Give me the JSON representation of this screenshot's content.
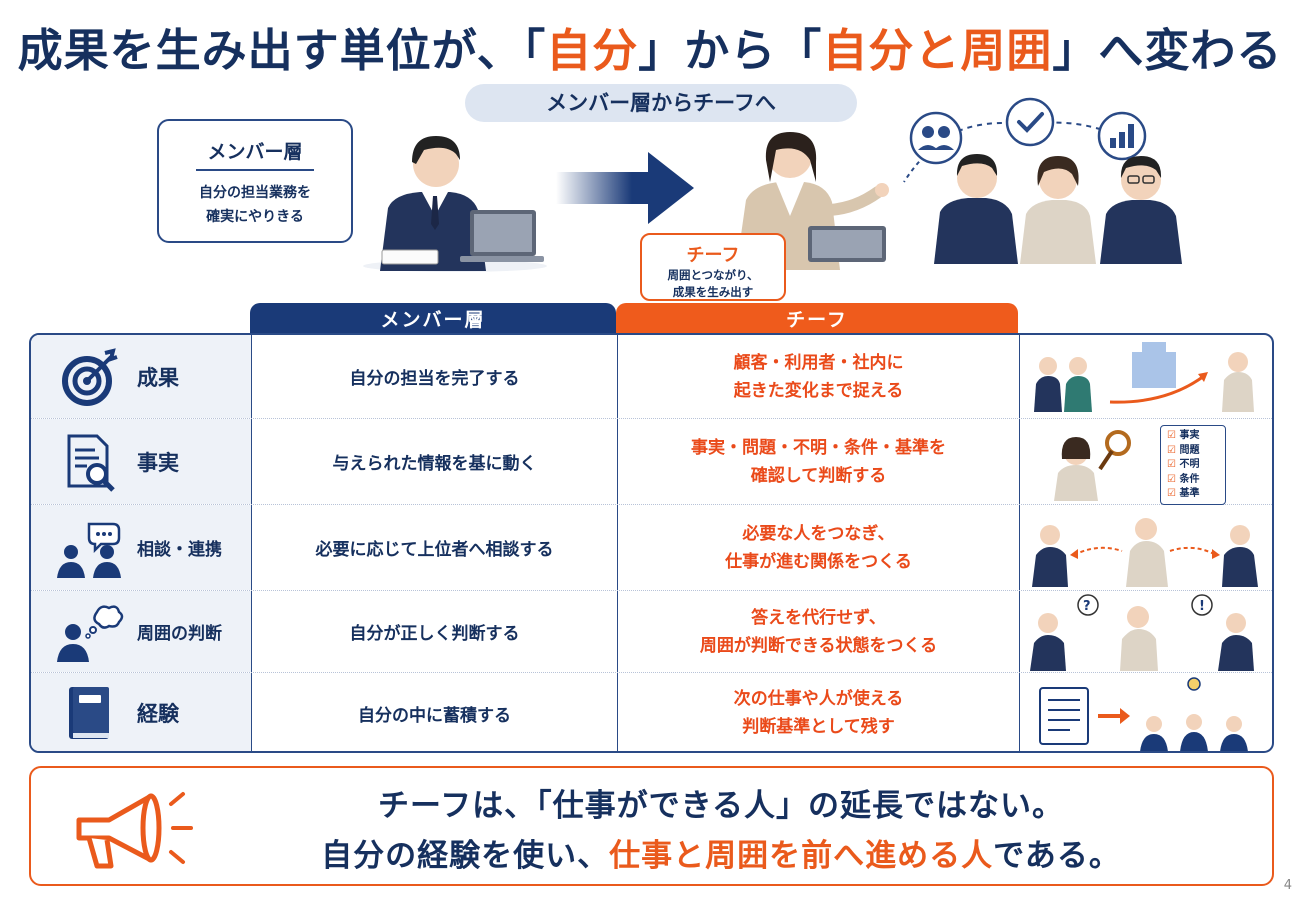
{
  "title": {
    "part1": "成果を生み出す単位が、",
    "q1_open": "「",
    "hl1": "自分",
    "q1_close": "」",
    "part2": "から",
    "q2_open": "「",
    "hl2": "自分と周囲",
    "q2_close": "」",
    "part3": "へ変わる"
  },
  "subtitle": "メンバー層からチーフへ",
  "member_card": {
    "heading": "メンバー層",
    "line1": "自分の担当業務を",
    "line2": "確実にやりきる"
  },
  "chief_card": {
    "heading": "チーフ",
    "line1": "周囲とつながり、",
    "line2": "成果を生み出す"
  },
  "table": {
    "header_member": "メンバー層",
    "header_chief": "チーフ",
    "rows": [
      {
        "label": "成果",
        "member": "自分の担当を完了する",
        "chief_1": "顧客・利用者・社内に",
        "chief_2": "起きた変化まで捉える"
      },
      {
        "label": "事実",
        "member": "与えられた情報を基に動く",
        "chief_1": "事実・問題・不明・条件・基準を",
        "chief_2": "確認して判断する"
      },
      {
        "label": "相談・連携",
        "member": "必要に応じて上位者へ相談する",
        "chief_1": "必要な人をつなぎ、",
        "chief_2": "仕事が進む関係をつくる"
      },
      {
        "label": "周囲の判断",
        "member": "自分が正しく判断する",
        "chief_1": "答えを代行せず、",
        "chief_2": "周囲が判断できる状態をつくる"
      },
      {
        "label": "経験",
        "member": "自分の中に蓄積する",
        "chief_1": "次の仕事や人が使える",
        "chief_2": "判断基準として残す"
      }
    ],
    "checklist": [
      "事実",
      "問題",
      "不明",
      "条件",
      "基準"
    ]
  },
  "bottom": {
    "line1": "チーフは、「仕事ができる人」の延長ではない。",
    "line2_a": "自分の経験を使い、",
    "line2_hl": "仕事と周囲を前へ進める人",
    "line2_b": "である。"
  },
  "page_number": "4",
  "colors": {
    "navy": "#16305e",
    "orange": "#ea5a1c",
    "header_navy": "#1a3a78",
    "header_orange": "#ef5b1c"
  }
}
